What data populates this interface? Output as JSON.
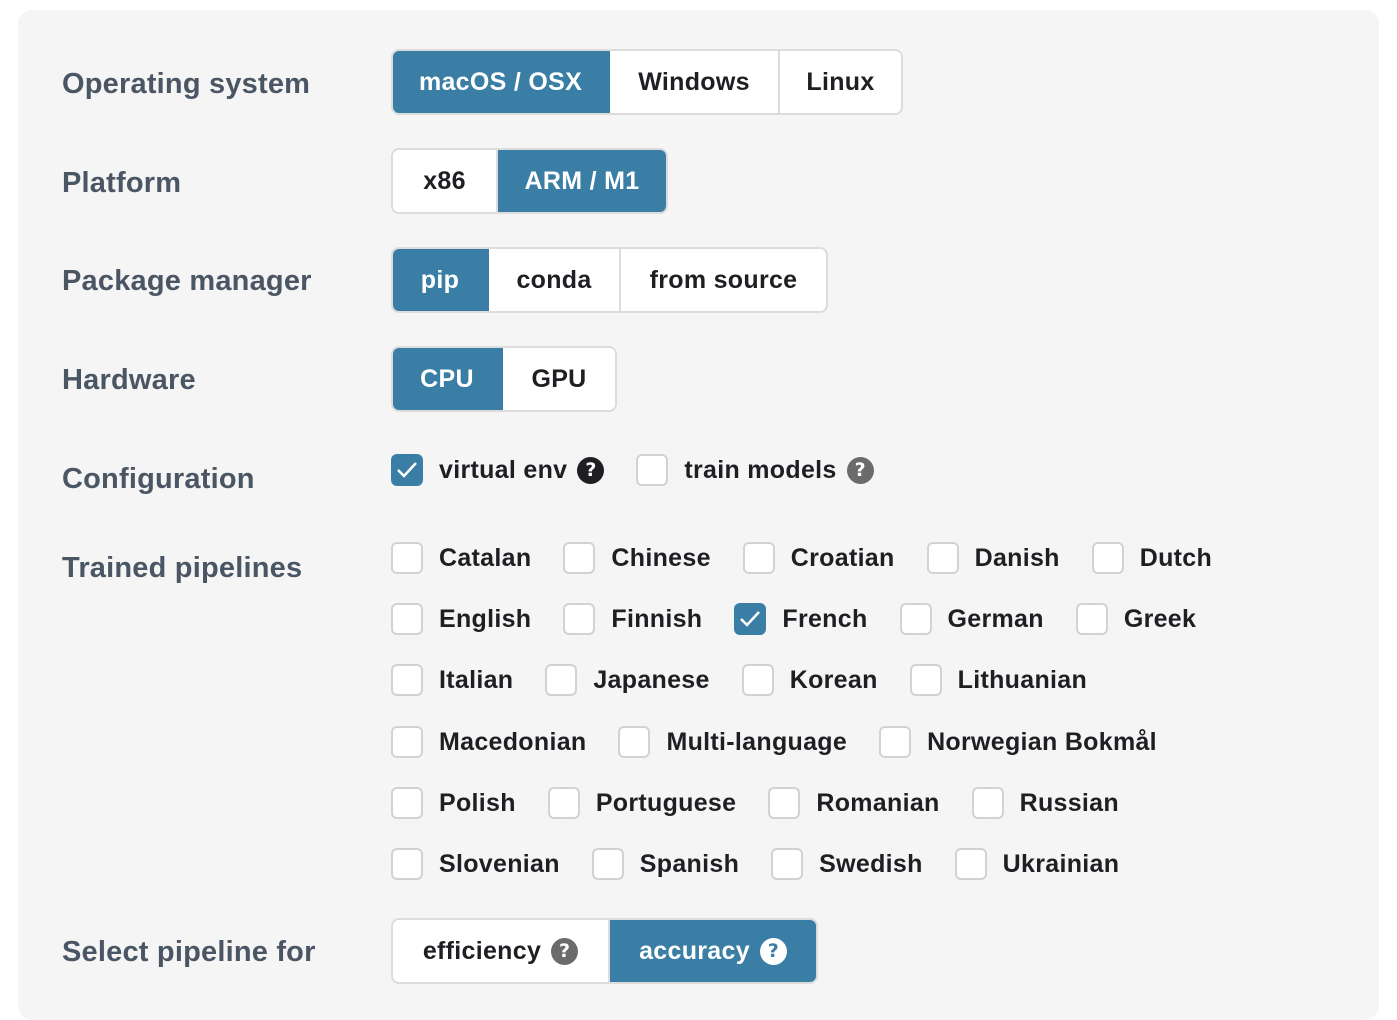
{
  "rows": {
    "os": {
      "label": "Operating system",
      "options": [
        "macOS / OSX",
        "Windows",
        "Linux"
      ],
      "selected": 0
    },
    "platform": {
      "label": "Platform",
      "options": [
        "x86",
        "ARM / M1"
      ],
      "selected": 1
    },
    "package_manager": {
      "label": "Package manager",
      "options": [
        "pip",
        "conda",
        "from source"
      ],
      "selected": 0
    },
    "hardware": {
      "label": "Hardware",
      "options": [
        "CPU",
        "GPU"
      ],
      "selected": 0
    },
    "configuration": {
      "label": "Configuration",
      "items": [
        {
          "label": "virtual env",
          "checked": true
        },
        {
          "label": "train models",
          "checked": false
        }
      ]
    },
    "pipelines": {
      "label": "Trained pipelines",
      "rows": [
        [
          {
            "label": "Catalan",
            "checked": false
          },
          {
            "label": "Chinese",
            "checked": false
          },
          {
            "label": "Croatian",
            "checked": false
          },
          {
            "label": "Danish",
            "checked": false
          },
          {
            "label": "Dutch",
            "checked": false
          }
        ],
        [
          {
            "label": "English",
            "checked": false
          },
          {
            "label": "Finnish",
            "checked": false
          },
          {
            "label": "French",
            "checked": true
          },
          {
            "label": "German",
            "checked": false
          },
          {
            "label": "Greek",
            "checked": false
          }
        ],
        [
          {
            "label": "Italian",
            "checked": false
          },
          {
            "label": "Japanese",
            "checked": false
          },
          {
            "label": "Korean",
            "checked": false
          },
          {
            "label": "Lithuanian",
            "checked": false
          }
        ],
        [
          {
            "label": "Macedonian",
            "checked": false
          },
          {
            "label": "Multi-language",
            "checked": false
          },
          {
            "label": "Norwegian Bokmål",
            "checked": false
          }
        ],
        [
          {
            "label": "Polish",
            "checked": false
          },
          {
            "label": "Portuguese",
            "checked": false
          },
          {
            "label": "Romanian",
            "checked": false
          },
          {
            "label": "Russian",
            "checked": false
          }
        ],
        [
          {
            "label": "Slovenian",
            "checked": false
          },
          {
            "label": "Spanish",
            "checked": false
          },
          {
            "label": "Swedish",
            "checked": false
          },
          {
            "label": "Ukrainian",
            "checked": false
          }
        ]
      ]
    },
    "select_for": {
      "label": "Select pipeline for",
      "options": [
        "efficiency",
        "accuracy"
      ],
      "selected": 1
    }
  },
  "icons": {
    "help": "?"
  },
  "colors": {
    "accent": "#3a7ea5",
    "panel": "#f5f5f5",
    "label_text": "#4a5664"
  }
}
